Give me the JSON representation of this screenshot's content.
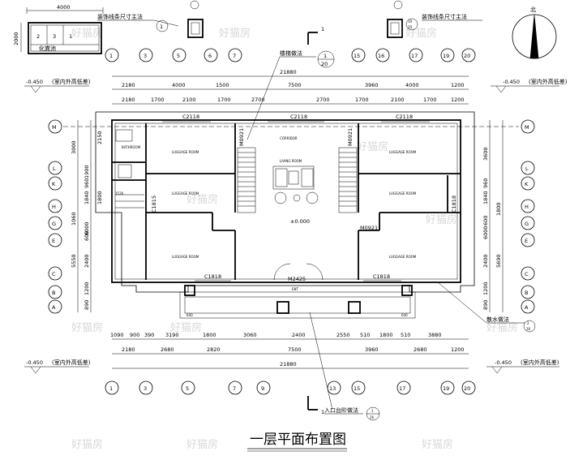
{
  "title": "一层平面布置图",
  "watermark": "好猫房",
  "septic": {
    "label": "化粪池",
    "width_dim": "4000",
    "height_dim": "2000",
    "cells": [
      "2",
      "3",
      "1"
    ]
  },
  "callouts": {
    "decor_left": "装饰线条尺寸主法",
    "decor_right": "装饰线条尺寸主法",
    "stair": "楼梯做法",
    "stair_ref": {
      "num": "1",
      "sheet": "20"
    },
    "detail_left": {
      "num": "1",
      "sheet": "1"
    },
    "detail_right": {
      "num": "19",
      "sheet": "20"
    },
    "section_top": "1",
    "section_bottom": "1",
    "entry": "入口台阶做法",
    "entry_ref": {
      "num": "1",
      "sheet": "26"
    },
    "drain": "散水做法",
    "drain_ref": {
      "num": "2",
      "sheet": "26"
    },
    "north": "北"
  },
  "level_outdoor": "-0.450",
  "level_outdoor_note": "(室内外高低差)",
  "level_floor": "±0.000",
  "axes_top": [
    "1",
    "3",
    "5",
    "6",
    "7",
    "15",
    "16",
    "17",
    "19",
    "20"
  ],
  "axes_bottom": [
    "1",
    "3",
    "5",
    "7",
    "9",
    "13",
    "15",
    "17",
    "19",
    "20"
  ],
  "axes_rows": [
    "M",
    "L",
    "K",
    "H",
    "G",
    "E",
    "C",
    "B",
    "A"
  ],
  "dims_top_total": "21880",
  "dims_top_1": [
    "2180",
    "4000",
    "1500",
    "7500",
    "3960",
    "4000",
    "1200"
  ],
  "dims_top_2": [
    "2180",
    "1700",
    "2100",
    "1700",
    "2700",
    "2700",
    "1700",
    "2100",
    "1700",
    "1200"
  ],
  "dims_bottom_1": [
    "1090",
    "900",
    "390",
    "3190",
    "1800",
    "3060",
    "2400",
    "2550",
    "510",
    "1800",
    "510",
    "3880"
  ],
  "dims_bottom_2": [
    "2180",
    "2680",
    "2820",
    "7500",
    "3960",
    "2680",
    "1200"
  ],
  "dims_bottom_total": "21880",
  "dims_left": [
    "3000",
    "2150",
    "1900",
    "960",
    "1840",
    "1800",
    "1060",
    "6000",
    "600",
    "2400",
    "5550",
    "1200",
    "890"
  ],
  "dims_right": [
    "3600",
    "960",
    "1840",
    "1800",
    "600",
    "6000",
    "2400",
    "5690",
    "1200",
    "890"
  ],
  "windows": [
    "C2118",
    "C2118",
    "C2118",
    "C1815",
    "C1818",
    "C1818",
    "C1818"
  ],
  "doors": [
    "M0921",
    "M0921",
    "M0921",
    "M2425"
  ],
  "rooms": {
    "luggage": "LUGGAGE ROOM",
    "bath": "BATHROOM",
    "corridor": "CORRIDOR",
    "living": "LIVING ROOM",
    "entry": "ENT"
  },
  "stair_dims": [
    "1530"
  ],
  "entry_dims": [
    "640",
    "640"
  ]
}
